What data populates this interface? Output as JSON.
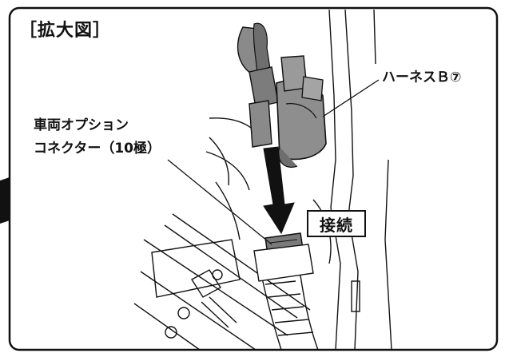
{
  "figure": {
    "title": "［拡大図］",
    "callouts": {
      "harness": "ハーネスＢ⑦",
      "connector_line1": "車両オプション",
      "connector_line2": "コネクター（10極）",
      "action": "接続"
    },
    "colors": {
      "line": "#111111",
      "part_fill": "#8a8a8a",
      "part_dark": "#555555",
      "arrow": "#111111",
      "background": "#ffffff"
    }
  }
}
